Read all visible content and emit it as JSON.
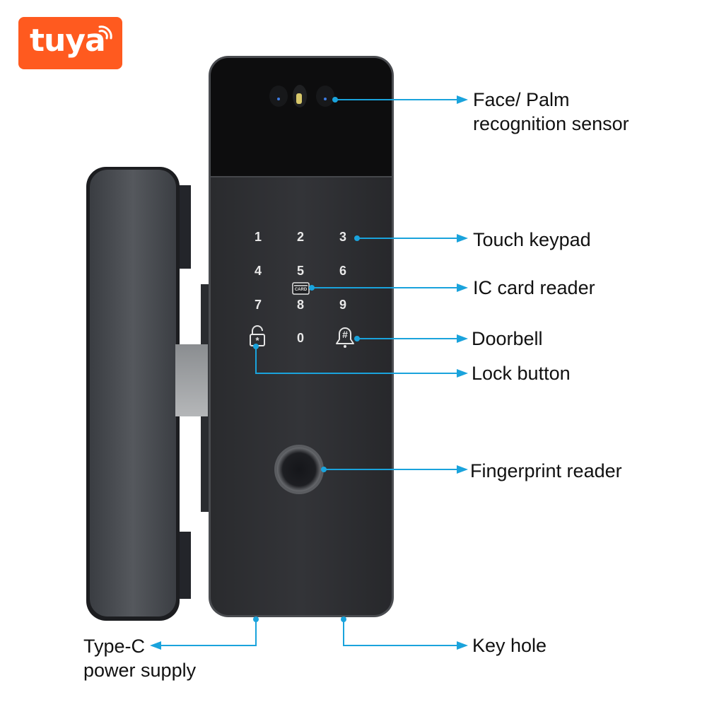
{
  "brand": {
    "logo_text": "tuya",
    "color": "#ff5a1f"
  },
  "accent_color": "#1aa3dc",
  "callouts": [
    {
      "id": "face-palm",
      "lines": [
        "Face/ Palm",
        "recognition sensor"
      ]
    },
    {
      "id": "touch-keypad",
      "lines": [
        "Touch keypad"
      ]
    },
    {
      "id": "ic-card",
      "lines": [
        "IC card reader"
      ]
    },
    {
      "id": "doorbell",
      "lines": [
        "Doorbell"
      ]
    },
    {
      "id": "lock-button",
      "lines": [
        "Lock button"
      ]
    },
    {
      "id": "fingerprint",
      "lines": [
        "Fingerprint reader"
      ]
    },
    {
      "id": "type-c",
      "lines": [
        "Type-C",
        "power supply"
      ]
    },
    {
      "id": "key-hole",
      "lines": [
        "Key hole"
      ]
    }
  ],
  "keypad": {
    "keys": [
      "1",
      "2",
      "3",
      "4",
      "5",
      "6",
      "7",
      "8",
      "9",
      "0"
    ],
    "card_label": "CARD",
    "lock_symbol": "*",
    "bell_symbol": "#"
  }
}
